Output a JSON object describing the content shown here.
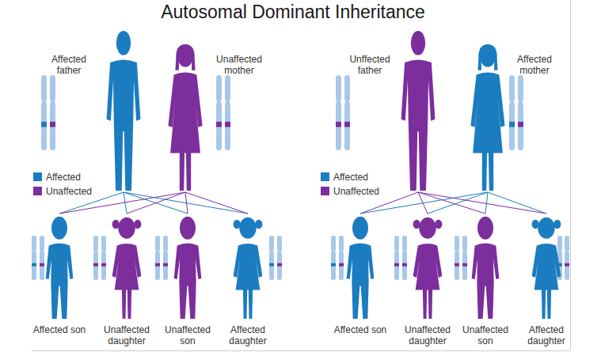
{
  "diagram": {
    "title": "Autosomal Dominant Inheritance",
    "nodes": [
      {
        "text": [
          "Affected father"
        ]
      },
      {
        "text": [
          "Unaffected mother"
        ]
      },
      {
        "text": [
          "Unffected father"
        ]
      },
      {
        "text": [
          "Affected mother"
        ]
      },
      {
        "text": [
          "Affected son"
        ]
      },
      {
        "text": [
          "Unaffected daughter"
        ]
      },
      {
        "text": [
          "Unaffected son"
        ]
      },
      {
        "text": [
          "Affected daughter"
        ]
      },
      {
        "text": [
          "Affected son"
        ]
      },
      {
        "text": [
          "Unaffected daughter"
        ]
      },
      {
        "text": [
          "Unaffected son"
        ]
      },
      {
        "text": [
          "Affected daughter"
        ]
      }
    ],
    "edges": [
      {
        "from": 0,
        "to": 4,
        "arrow": "none"
      },
      {
        "from": 0,
        "to": 5,
        "arrow": "none"
      },
      {
        "from": 0,
        "to": 6,
        "arrow": "none"
      },
      {
        "from": 0,
        "to": 7,
        "arrow": "none"
      },
      {
        "from": 1,
        "to": 4,
        "arrow": "none"
      },
      {
        "from": 1,
        "to": 5,
        "arrow": "none"
      },
      {
        "from": 1,
        "to": 6,
        "arrow": "none"
      },
      {
        "from": 1,
        "to": 7,
        "arrow": "none"
      },
      {
        "from": 2,
        "to": 8,
        "arrow": "none"
      },
      {
        "from": 2,
        "to": 9,
        "arrow": "none"
      },
      {
        "from": 2,
        "to": 10,
        "arrow": "none"
      },
      {
        "from": 2,
        "to": 11,
        "arrow": "none"
      },
      {
        "from": 3,
        "to": 8,
        "arrow": "none"
      },
      {
        "from": 3,
        "to": 9,
        "arrow": "none"
      },
      {
        "from": 3,
        "to": 10,
        "arrow": "none"
      },
      {
        "from": 3,
        "to": 11,
        "arrow": "none"
      }
    ],
    "legend": [
      {
        "text": "Affected",
        "color": "#1b7cc0"
      },
      {
        "text": "Unaffected",
        "color": "#7b2e9c"
      },
      {
        "text": "Affected",
        "color": "#1b7cc0"
      },
      {
        "text": "Unaffected",
        "color": "#7b2e9c"
      }
    ]
  }
}
